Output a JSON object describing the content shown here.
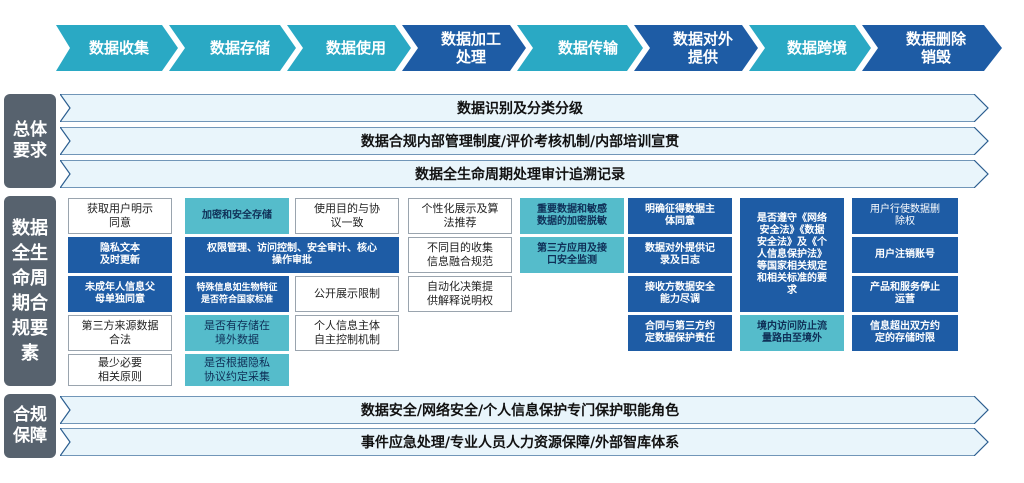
{
  "stages": [
    {
      "label": "数据收集",
      "color": "#2aa9c4"
    },
    {
      "label": "数据存储",
      "color": "#2aa9c4"
    },
    {
      "label": "数据使用",
      "color": "#2aa9c4"
    },
    {
      "label": "数据加工\n处理",
      "color": "#1e5ca5"
    },
    {
      "label": "数据传输",
      "color": "#2aa9c4"
    },
    {
      "label": "数据对外\n提供",
      "color": "#1e5ca5"
    },
    {
      "label": "数据跨境",
      "color": "#2aa9c4"
    },
    {
      "label": "数据删除\n销毁",
      "color": "#1e5ca5"
    }
  ],
  "sections": {
    "overall": "总体\n要求",
    "lifecycle": "数据\n全生\n命周\n期合\n规要\n素",
    "compliance": "合规\n保障"
  },
  "overall_requirements": [
    "数据识别及分类分级",
    "数据合规内部管理制度/评价考核机制/内部培训宣贯",
    "数据全生命周期处理审计追溯记录"
  ],
  "lifecycle_elements": {
    "collection": [
      "获取用户明示\n同意",
      "隐私文本\n及时更新",
      "未成年人信息父\n母单独同意",
      "第三方来源数据\n合法",
      "最少必要\n相关原则"
    ],
    "storage": [
      "加密和安全存储",
      "权限管理、访问控制、安全审计、核心\n操作审批",
      "特殊信息如生物特征\n是否符合国家标准",
      "是否有存储在\n境外数据",
      "是否根据隐私\n协议约定采集"
    ],
    "use": [
      "使用目的与协\n议一致",
      "公开展示限制",
      "个人信息主体\n自主控制机制"
    ],
    "processing": [
      "个性化展示及算\n法推荐",
      "不同目的收集\n信息融合规范",
      "自动化决策提\n供解释说明权"
    ],
    "transmission": [
      "重要数据和敏感\n数据的加密脱敏",
      "第三方应用及接\n口安全监测"
    ],
    "provision": [
      "明确征得数据主\n体同意",
      "数据对外提供记\n录及日志",
      "接收方数据安全\n能力尽调",
      "合同与第三方约\n定数据保护责任"
    ],
    "cross_border": [
      "是否遵守《网络\n安全法》《数据\n安全法》及《个\n人信息保护法》\n等国家相关规定\n和相关标准的要\n求",
      "境内访问防止流\n量路由至境外"
    ],
    "deletion": [
      "用户行使数据删\n除权",
      "用户注销账号",
      "产品和服务停止\n运营",
      "信息超出双方约\n定的存储时限"
    ]
  },
  "compliance_guarantees": [
    "数据安全/网络安全/个人信息保护专门保护职能角色",
    "事件应急处理/专业人员人力资源保障/外部智库体系"
  ],
  "colors": {
    "dark_blue": "#1e5ca5",
    "teal": "#2aa9c4",
    "light_teal": "#55bccb",
    "slate": "#57626e",
    "pale_blue": "#e9f5fb"
  }
}
